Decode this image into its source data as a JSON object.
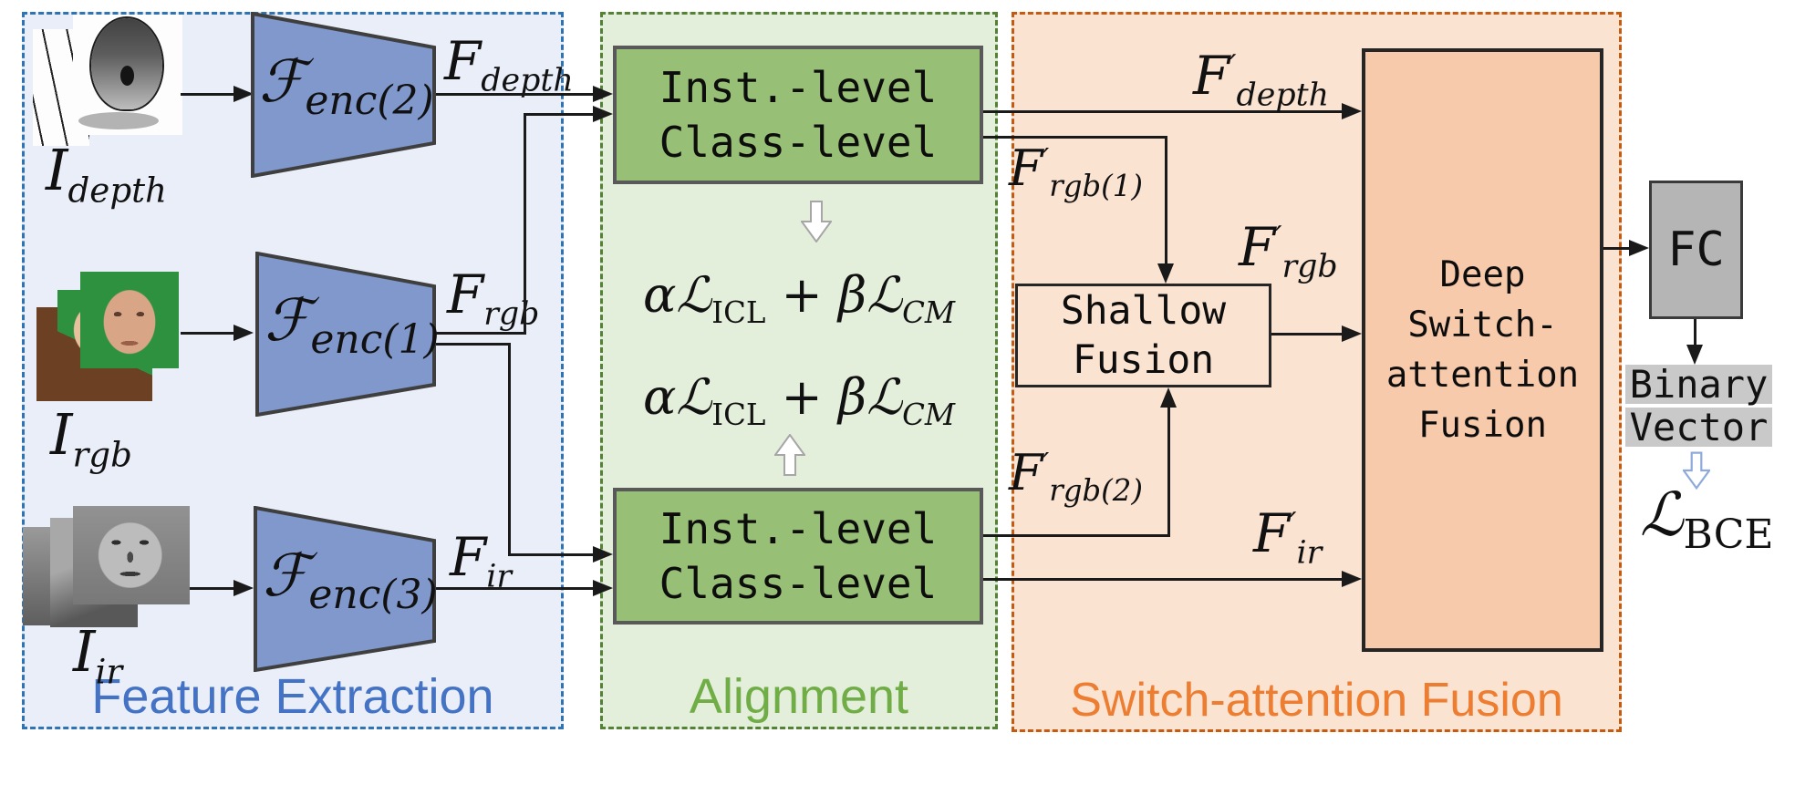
{
  "sections": {
    "feature_extraction": {
      "label": "Feature Extraction",
      "accent": "#4472c4"
    },
    "alignment": {
      "label": "Alignment",
      "accent": "#70ad47"
    },
    "switch_attention_fusion": {
      "label": "Switch-attention Fusion",
      "accent": "#ed7d31"
    }
  },
  "inputs": {
    "depth": {
      "symbol": "I",
      "sub": "depth"
    },
    "rgb": {
      "symbol": "I",
      "sub": "rgb"
    },
    "ir": {
      "symbol": "I",
      "sub": "ir"
    }
  },
  "encoders": {
    "enc2": {
      "symbol": "ℱ",
      "sub": "enc(2)"
    },
    "enc1": {
      "symbol": "ℱ",
      "sub": "enc(1)"
    },
    "enc3": {
      "symbol": "ℱ",
      "sub": "enc(3)"
    }
  },
  "features": {
    "f_depth": {
      "symbol": "F",
      "prime": "",
      "sub": "depth"
    },
    "f_rgb": {
      "symbol": "F",
      "prime": "",
      "sub": "rgb"
    },
    "f_ir": {
      "symbol": "F",
      "prime": "",
      "sub": "ir"
    },
    "fp_depth": {
      "symbol": "F",
      "prime": "′",
      "sub": "depth"
    },
    "fp_rgb1": {
      "symbol": "F",
      "prime": "′",
      "sub": "rgb(1)"
    },
    "fp_rgb": {
      "symbol": "F",
      "prime": "′",
      "sub": "rgb"
    },
    "fp_rgb2": {
      "symbol": "F",
      "prime": "′",
      "sub": "rgb(2)"
    },
    "fp_ir": {
      "symbol": "F",
      "prime": "′",
      "sub": "ir"
    }
  },
  "alignment": {
    "top_box": {
      "line1": "Inst.-level",
      "line2": "Class-level"
    },
    "bottom_box": {
      "line1": "Inst.-level",
      "line2": "Class-level"
    },
    "loss_top": {
      "term1": "αℒ",
      "sub1": "ICL",
      "op": " + ",
      "term2": "βℒ",
      "sub2": "CM"
    },
    "loss_bottom": {
      "term1": "αℒ",
      "sub1": "ICL",
      "op": " + ",
      "term2": "βℒ",
      "sub2": "CM"
    }
  },
  "fusion": {
    "shallow": {
      "line1": "Shallow",
      "line2": "Fusion"
    },
    "deep": {
      "line1": "Deep",
      "line2": "Switch-",
      "line3": "attention",
      "line4": "Fusion"
    }
  },
  "head": {
    "fc_label": "FC",
    "binary_line1": "Binary",
    "binary_line2": "Vector",
    "bce": {
      "symbol": "ℒ",
      "sub": "BCE"
    }
  }
}
